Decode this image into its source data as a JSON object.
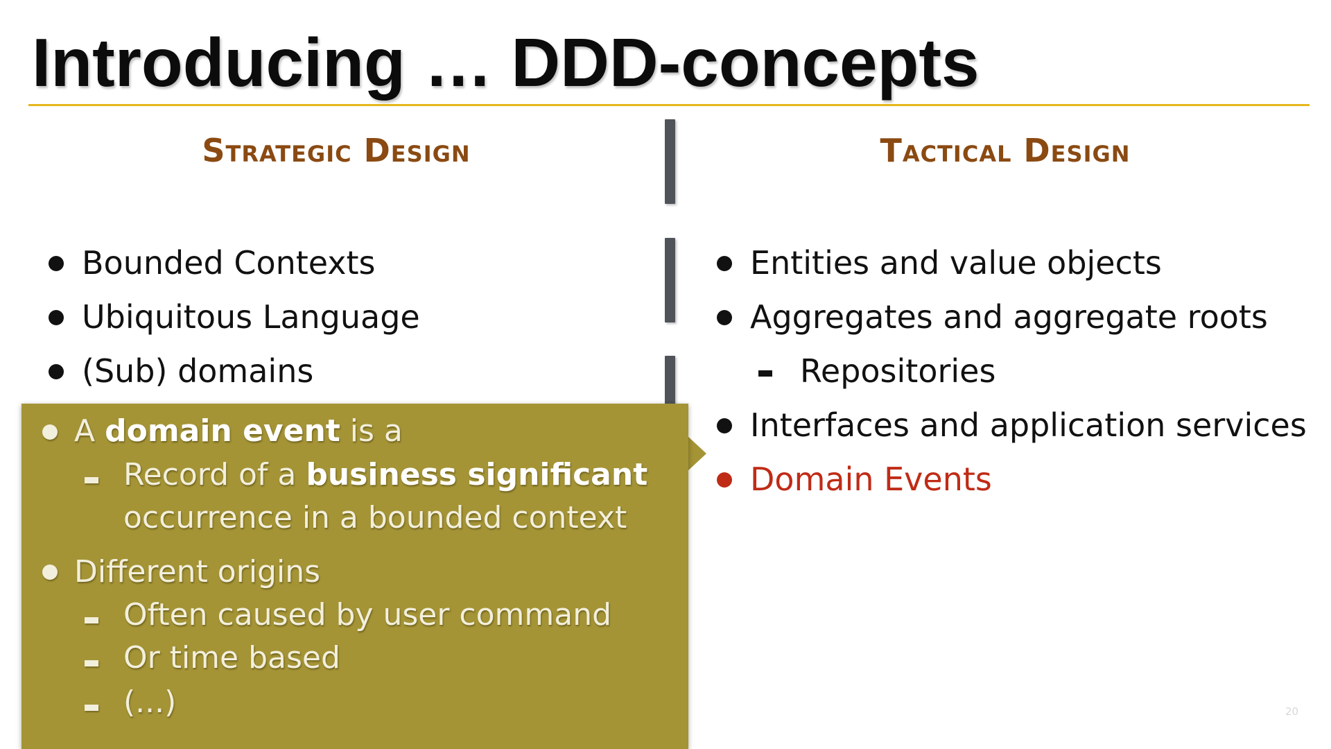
{
  "slide": {
    "title": "Introducing … DDD-concepts",
    "page_number": "20"
  },
  "colors": {
    "title_rule": "#e6b61a",
    "column_heading": "#8a4a12",
    "divider": "#50545a",
    "callout_background": "#a49436",
    "highlight": "#c02b16"
  },
  "strategic": {
    "heading": "Strategic Design",
    "items": [
      "Bounded Contexts",
      "Ubiquitous Language",
      "(Sub) domains"
    ]
  },
  "tactical": {
    "heading": "Tactical Design",
    "items": [
      "Entities and value objects",
      "Aggregates and aggregate roots",
      "Repositories",
      "Interfaces and application services",
      "Domain Events"
    ]
  },
  "callout": {
    "line1_pre": "A ",
    "line1_bold": "domain event",
    "line1_post": " is a",
    "sub1_pre": "Record of a ",
    "sub1_bold": "business significant",
    "sub1_cont": "occurrence in a bounded context",
    "line2": "Different origins",
    "sub2": "Often caused  by user command",
    "sub3": "Or time based",
    "sub4": "(...)"
  }
}
